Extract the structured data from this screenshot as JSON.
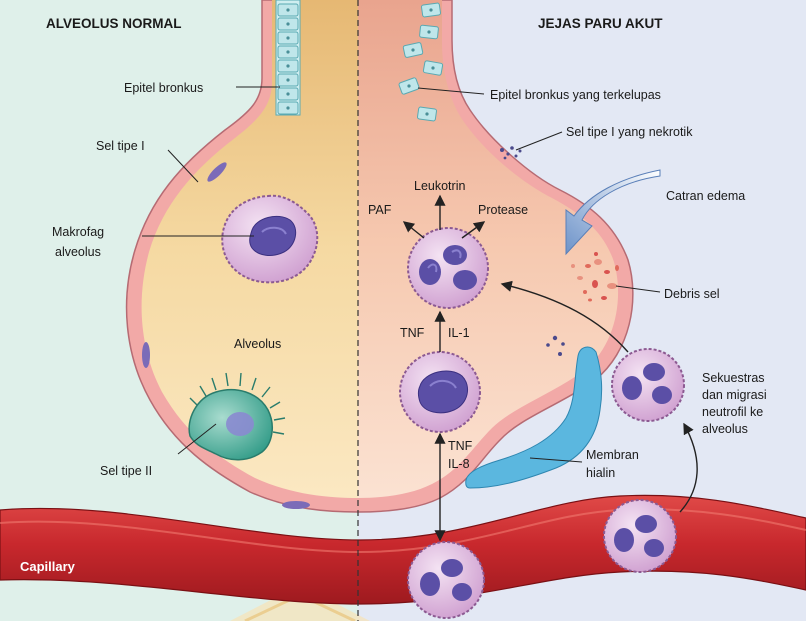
{
  "titles": {
    "left": "ALVEOLUS NORMAL",
    "right": "JEJAS PARU AKUT"
  },
  "labels": {
    "epitel_bronkus": "Epitel bronkus",
    "sel_tipe_1": "Sel tipe I",
    "makrofag_1": "Makrofag",
    "makrofag_2": "alveolus",
    "alveolus": "Alveolus",
    "sel_tipe_2": "Sel tipe II",
    "capillary": "Capillary",
    "epitel_terkelupas": "Epitel bronkus yang terkelupas",
    "sel_nekrotik": "Sel tipe I yang nekrotik",
    "leukotrin": "Leukotrin",
    "paf": "PAF",
    "protease": "Protease",
    "catran_edema": "Catran edema",
    "debris_sel": "Debris sel",
    "tnf_1": "TNF",
    "il_1": "IL-1",
    "tnf_2": "TNF",
    "il_8": "IL-8",
    "membran_1": "Membran",
    "membran_2": "hialin",
    "sekuestras_1": "Sekuestras",
    "sekuestras_2": "dan migrasi",
    "sekuestras_3": "neutrofil ke",
    "sekuestras_4": "alveolus"
  },
  "colors": {
    "left_bg": "#dff0ea",
    "right_bg": "#e3e8f4",
    "alveolus_normal": "#f6d9a6",
    "alveolus_injured": "#f7cdb5",
    "wall": "#f2a9a7",
    "capillary": "#c8282d",
    "cell_membrane": "#ddb3dc",
    "nucleus": "#6b5fb3",
    "type2_cell": "#3fae9a",
    "hyaline": "#5bb7df",
    "edema_arrow": "#6d93c9"
  }
}
